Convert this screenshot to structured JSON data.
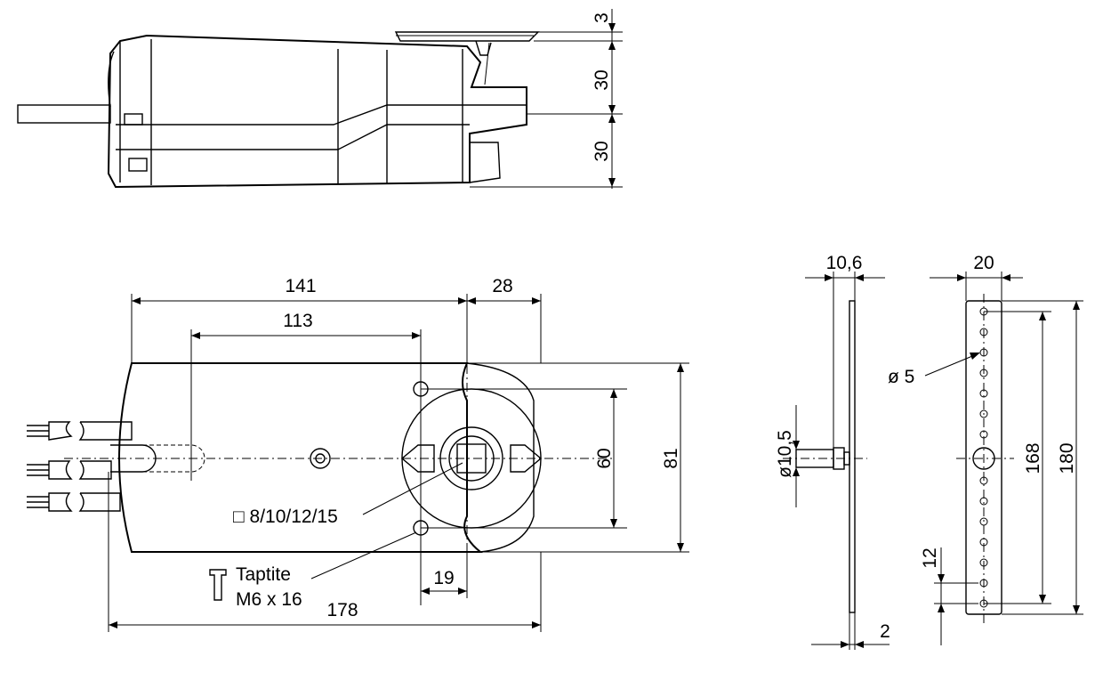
{
  "dimensions": {
    "top_3": "3",
    "top_30_upper": "30",
    "top_30_lower": "30",
    "d141": "141",
    "d28": "28",
    "d113": "113",
    "d60": "60",
    "d81": "81",
    "d19": "19",
    "d178": "178",
    "d10_6": "10,6",
    "d10_5": "ø10,5",
    "d2": "2",
    "d20": "20",
    "d168": "168",
    "d180": "180",
    "d12": "12",
    "hole_dia": "ø  5"
  },
  "labels": {
    "shaft": "□ 8/10/12/15",
    "screw_line1": "Taptite",
    "screw_line2": "M6 x 16"
  }
}
